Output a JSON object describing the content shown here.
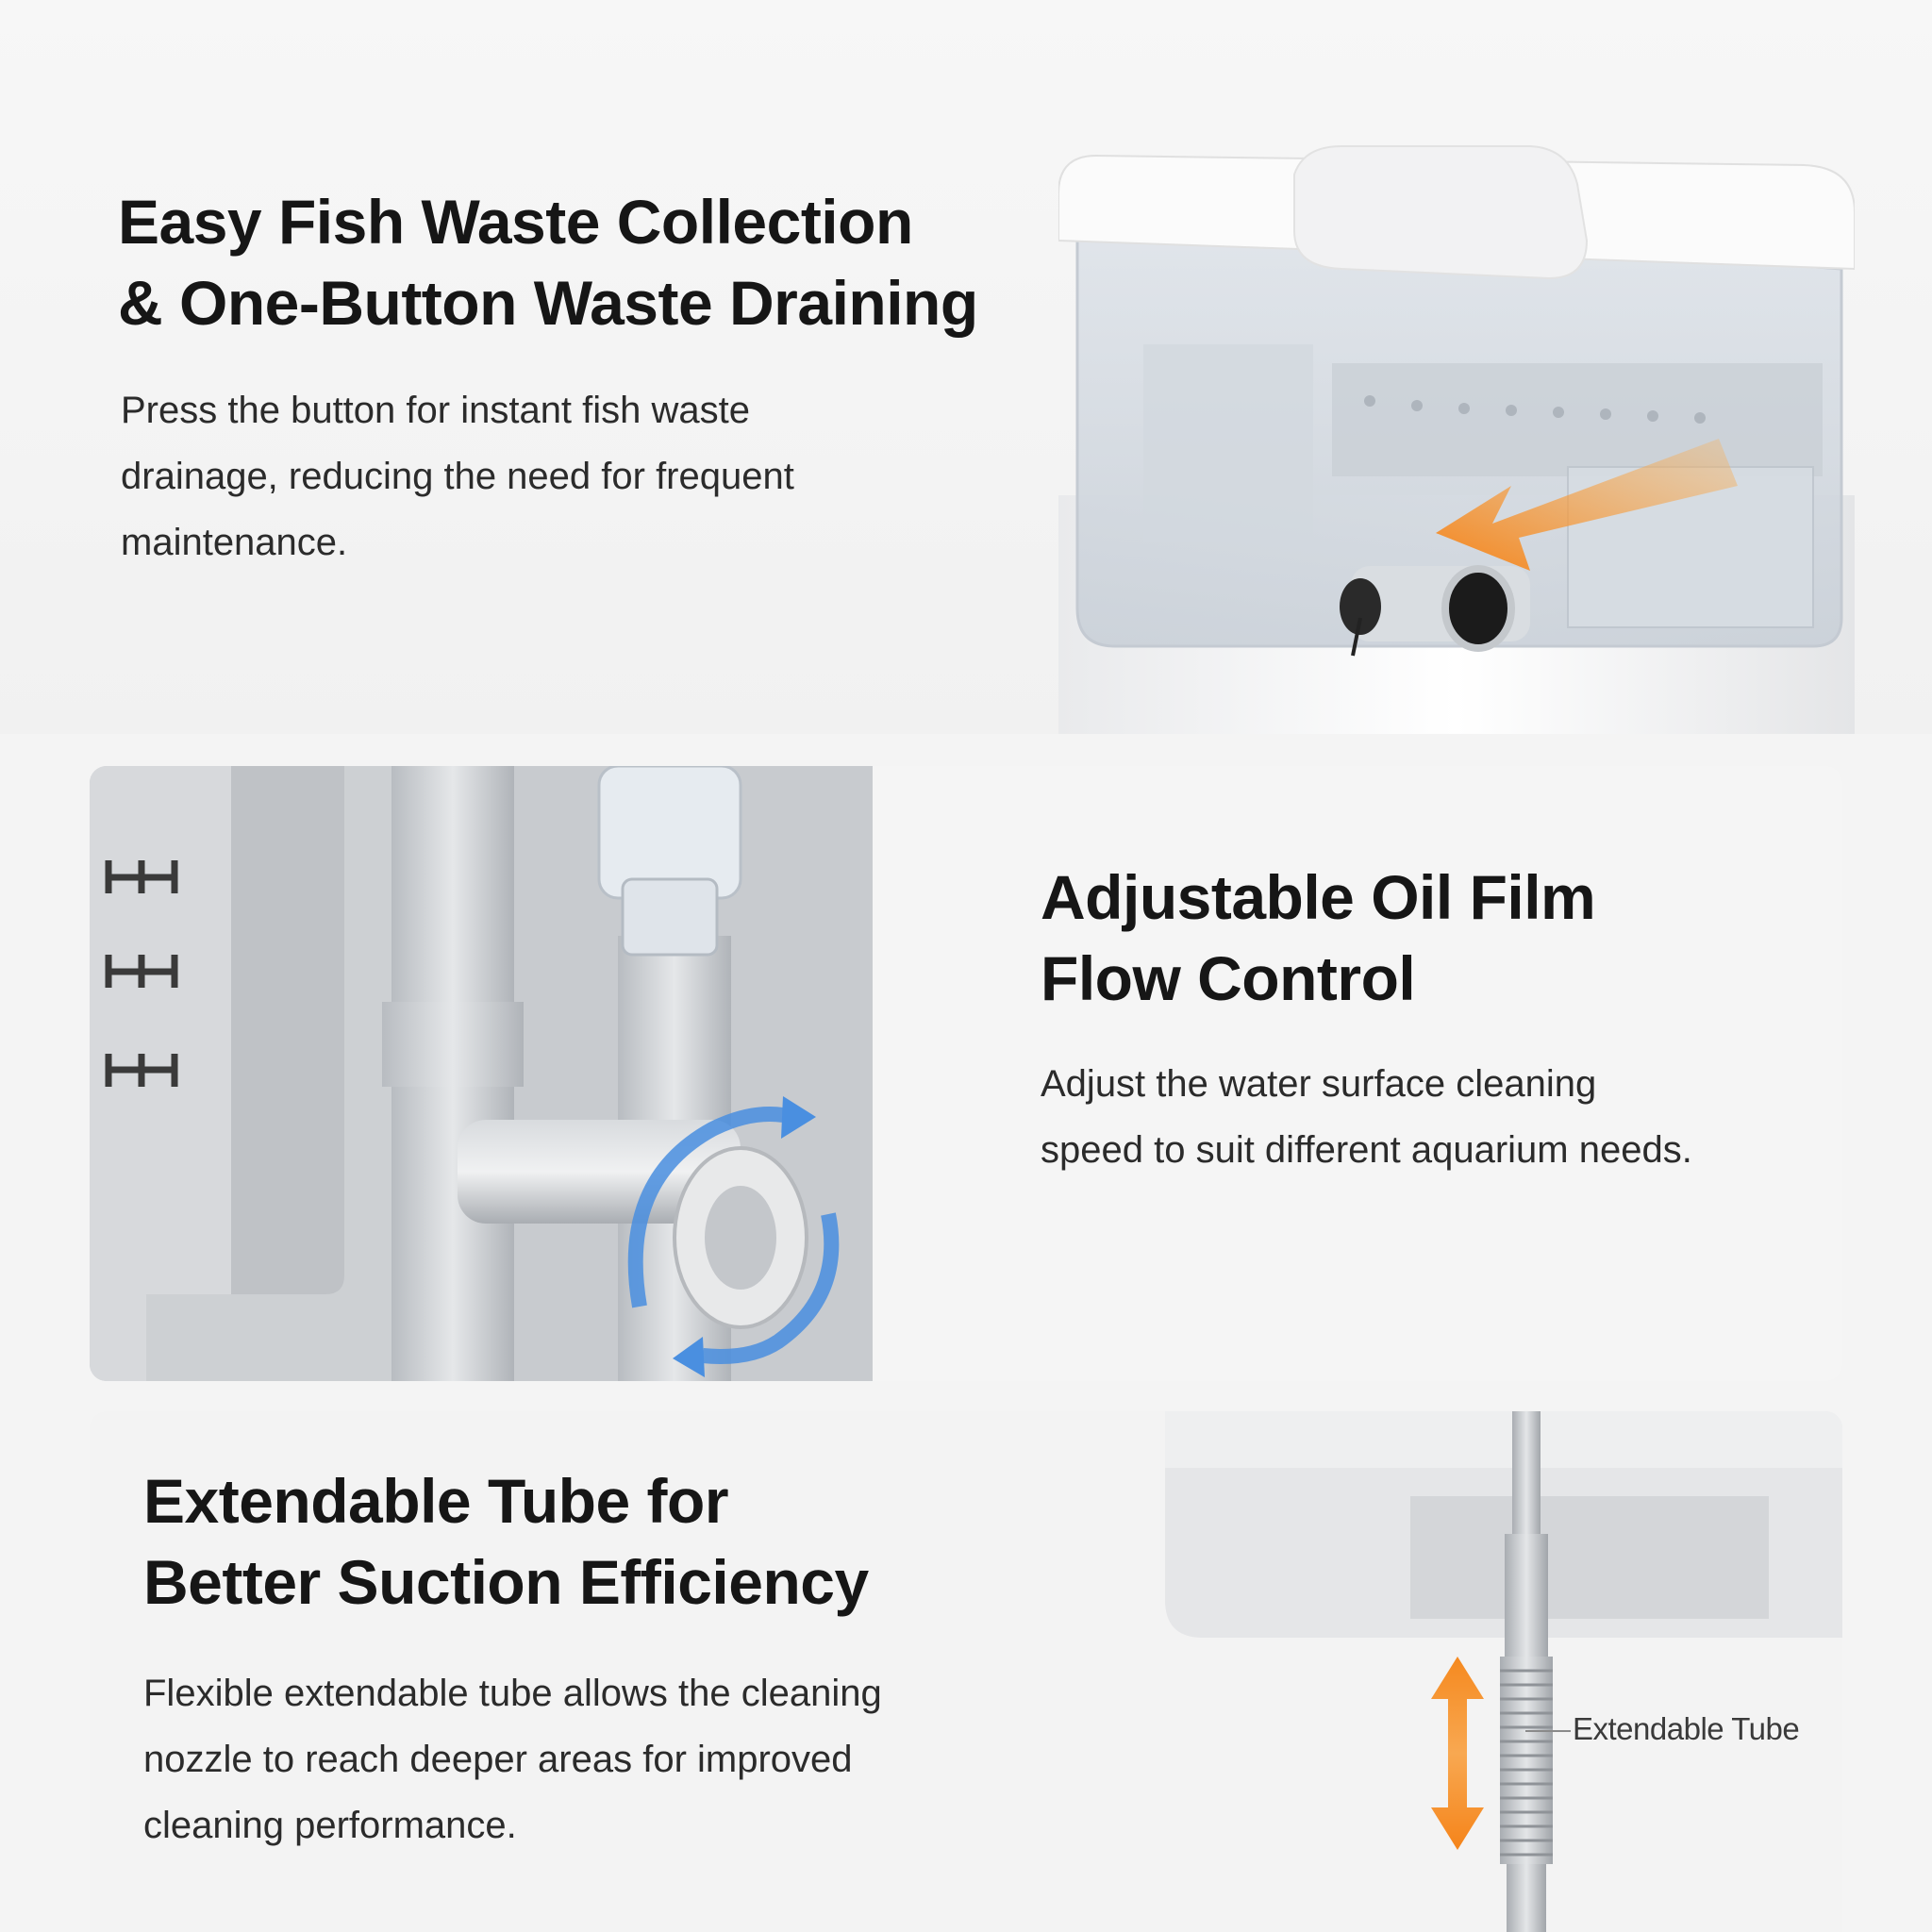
{
  "sections": [
    {
      "title_line1": "Easy Fish Waste Collection",
      "title_line2": "& One-Button Waste Draining",
      "desc_line1": "Press the button for instant fish waste",
      "desc_line2": "drainage, reducing the need for frequent",
      "desc_line3": "maintenance."
    },
    {
      "title_line1": "Adjustable Oil Film",
      "title_line2": "Flow Control",
      "desc_line1": "Adjust the water surface cleaning",
      "desc_line2": "speed to suit different aquarium needs."
    },
    {
      "title_line1": "Extendable Tube for",
      "title_line2": "Better Suction Efficiency",
      "desc_line1": "Flexible extendable tube allows the cleaning",
      "desc_line2": "nozzle to reach deeper areas for improved",
      "desc_line3": "cleaning performance.",
      "callout_label": "Extendable Tube"
    }
  ],
  "colors": {
    "accent_orange": "#f5891f",
    "accent_blue": "#4a8fe0",
    "background": "#f4f4f4",
    "text": "#1a1a1a"
  }
}
